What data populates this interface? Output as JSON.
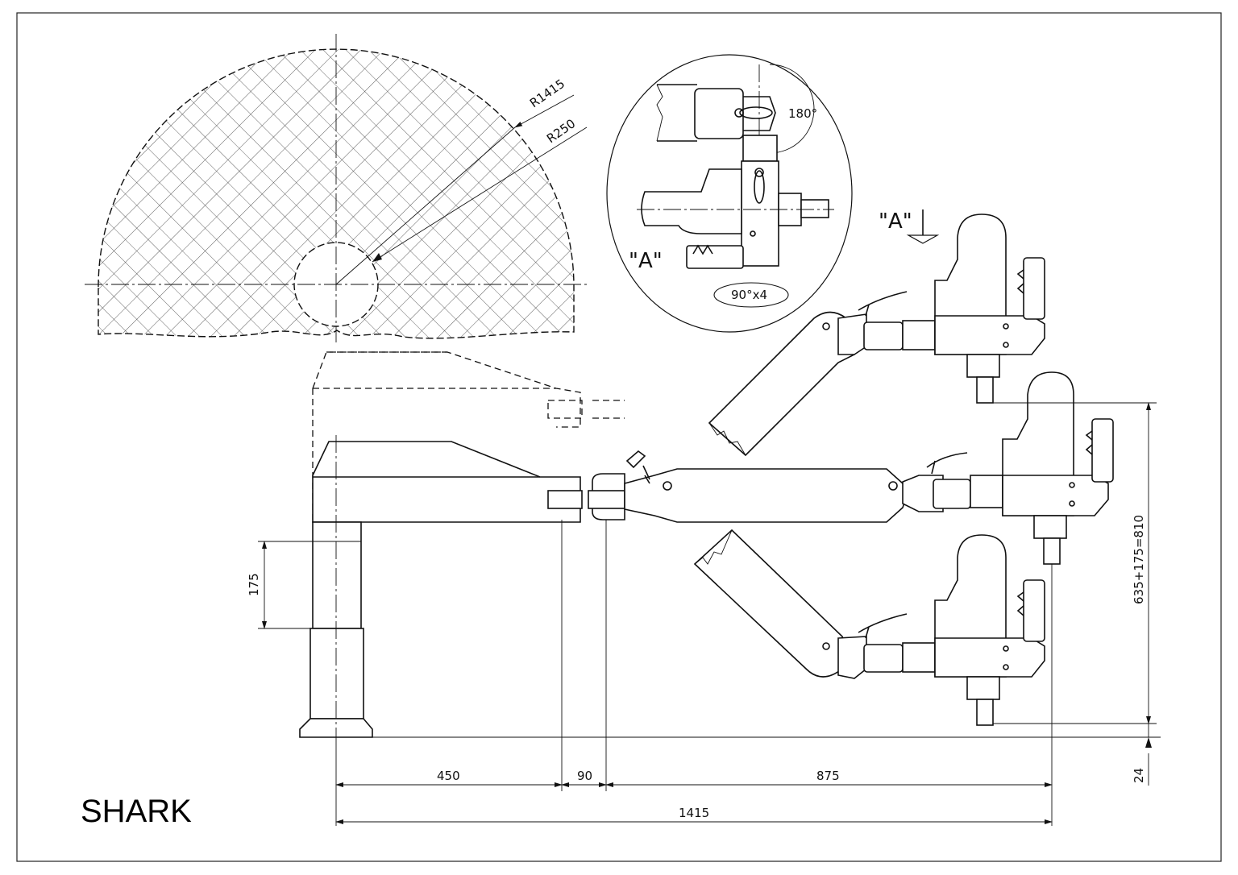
{
  "title": "SHARK",
  "labels": {
    "r1415": "R1415",
    "r250": "R250",
    "angle180": "180°",
    "view_a_label": "\"A\"",
    "view_a_marker": "\"A\"",
    "rot90x4": "90°x4",
    "dim_175": "175",
    "dim_450": "450",
    "dim_90": "90",
    "dim_875": "875",
    "dim_1415": "1415",
    "dim_24": "24",
    "dim_total_height": "635+175=810"
  }
}
